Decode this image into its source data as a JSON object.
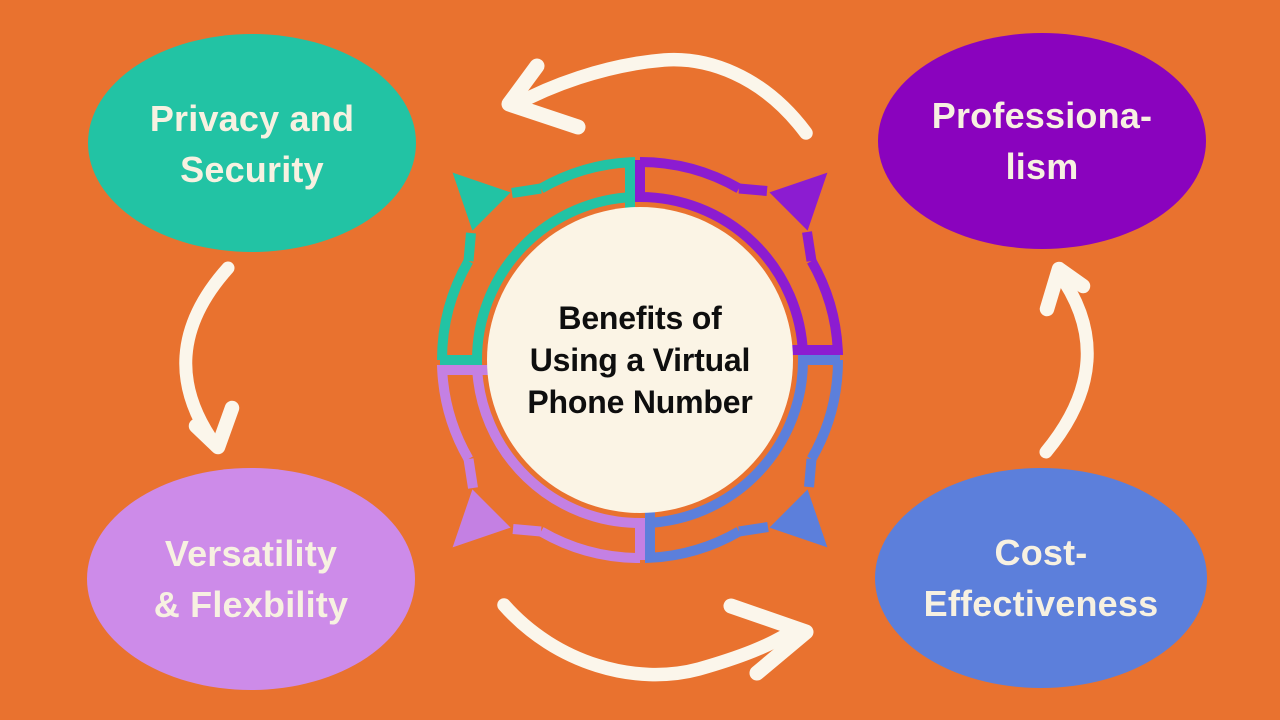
{
  "title": {
    "lines": [
      "Benefits of",
      "Using a Virtual",
      "Phone Number"
    ]
  },
  "nodes": [
    {
      "id": "privacy-security",
      "position": "top-left",
      "color": "#22C3A4",
      "lines": [
        "Privacy and",
        "Security"
      ]
    },
    {
      "id": "professionalism",
      "position": "top-right",
      "color": "#8A03BE",
      "lines": [
        "Professiona-",
        "lism"
      ]
    },
    {
      "id": "versatility-flexibility",
      "position": "bottom-left",
      "color": "#CD8BE9",
      "lines": [
        "Versatility",
        "& Flexbility"
      ]
    },
    {
      "id": "cost-effectiveness",
      "position": "bottom-right",
      "color": "#5C7FDB",
      "lines": [
        "Cost-",
        "Effectiveness"
      ]
    }
  ],
  "colors": {
    "background": "#E9722F",
    "center_circle": "#FBF4E5",
    "title_text": "#0E0E0E",
    "label_text": "#F7F1E1",
    "arc_teal": "#22C3A4",
    "arc_purple": "#8C1CD1",
    "arc_blue": "#5C7FDB",
    "arc_lavender": "#C480E3",
    "hand_arrow": "#FBF6EB"
  }
}
